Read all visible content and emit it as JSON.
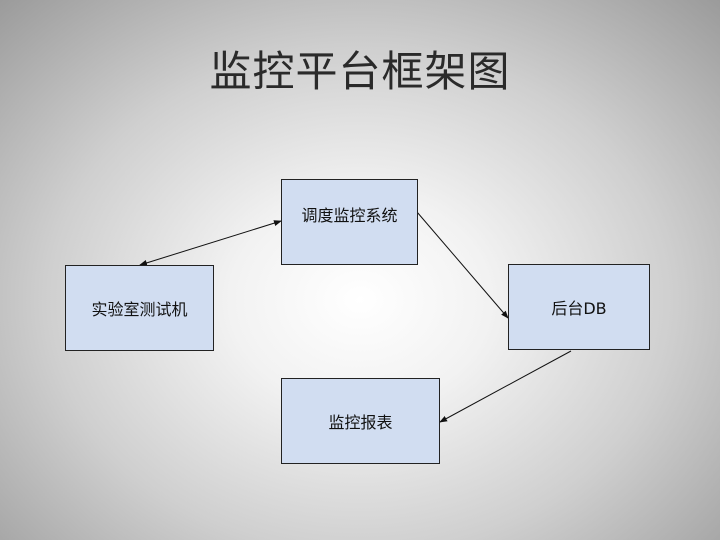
{
  "title": "监控平台框架图",
  "nodes": {
    "scheduler": "调度监控系统",
    "lab": "实验室测试机",
    "db": "后台DB",
    "report": "监控报表"
  },
  "edges": [
    {
      "from": "实验室测试机",
      "to": "调度监控系统",
      "direction": "both"
    },
    {
      "from": "调度监控系统",
      "to": "后台DB",
      "direction": "forward"
    },
    {
      "from": "后台DB",
      "to": "监控报表",
      "direction": "forward"
    }
  ]
}
